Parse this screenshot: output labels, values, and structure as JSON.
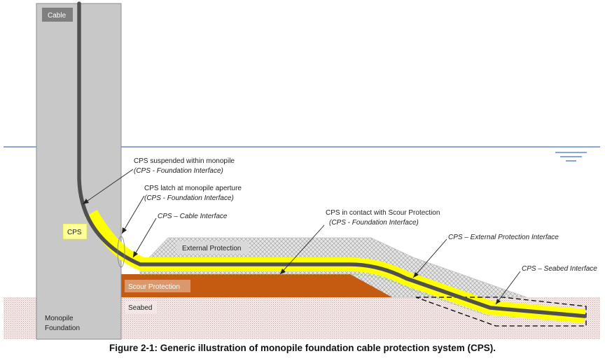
{
  "colors": {
    "monopile": "#c8c8c8",
    "cps": "#ffff00",
    "cable": "#505050",
    "scour": "#c55a11",
    "seabed_hatch": "#c9a3a3",
    "waterline": "#4472c4",
    "external_protection": "#d9d9d9"
  },
  "labels": {
    "cable": "Cable",
    "cps": "CPS",
    "monopile_line1": "Monopile",
    "monopile_line2": "Foundation",
    "external_protection": "External Protection",
    "scour_protection": "Scour Protection",
    "seabed": "Seabed"
  },
  "callouts": {
    "suspended_title": "CPS suspended within monopile",
    "suspended_sub": "(CPS - Foundation Interface)",
    "latch_title": "CPS latch at monopile aperture",
    "latch_sub": "(CPS - Foundation Interface)",
    "cable_interface": "CPS – Cable Interface",
    "contact_title": "CPS in contact with Scour Protection",
    "contact_sub": "(CPS - Foundation Interface)",
    "external_interface": "CPS – External Protection Interface",
    "seabed_interface": "CPS – Seabed Interface"
  },
  "caption": "Figure 2-1: Generic illustration of monopile foundation cable protection system (CPS)."
}
